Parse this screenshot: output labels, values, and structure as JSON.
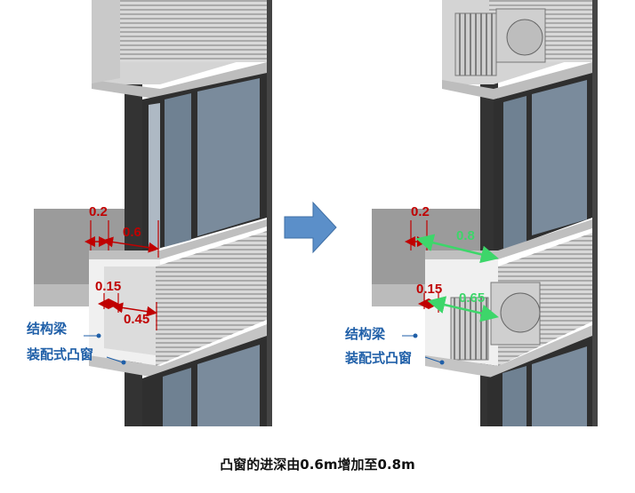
{
  "left_panel": {
    "dimensions": {
      "d1": "0.2",
      "d2": "0.6",
      "d3": "0.15",
      "d4": "0.45"
    },
    "labels": {
      "beam": "结构梁",
      "bay_window": "装配式凸窗"
    }
  },
  "right_panel": {
    "dimensions": {
      "d1": "0.2",
      "d2": "0.8",
      "d3": "0.15",
      "d4": "0.65"
    },
    "labels": {
      "beam": "结构梁",
      "bay_window": "装配式凸窗"
    }
  },
  "arrow": {
    "icon": "right-arrow-icon"
  },
  "caption": "凸窗的进深由0.6m增加至0.8m",
  "colors": {
    "dimension_red": "#c00000",
    "dimension_green": "#3dd66a",
    "label_blue": "#1f5fa8",
    "arrow_blue": "#5b8fc9"
  }
}
